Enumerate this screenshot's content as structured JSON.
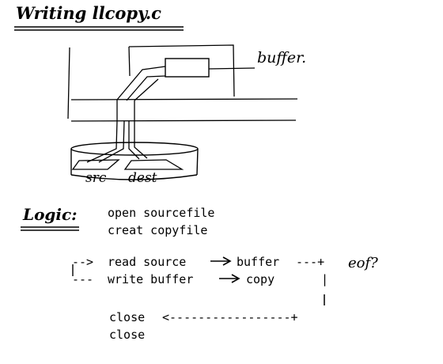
{
  "title": "Writing llcopy.c",
  "diagram": {
    "buffer_label": "buffer.",
    "src_label": "src",
    "dest_label": "dest"
  },
  "logic": {
    "heading": "Logic:",
    "lines": [
      "open sourcefile",
      "creat copyfile"
    ],
    "loop_read": "read source",
    "loop_read_target": "buffer",
    "loop_read_tail": "---+",
    "loop_write": "write buffer",
    "loop_write_target": "copy",
    "loop_write_tail": "|",
    "loop_marker_top": "-->",
    "loop_marker_bottom": "---",
    "eof_label": "eof?",
    "close_1": "close",
    "close_arrow": "<-----------------+",
    "close_2": "close"
  }
}
